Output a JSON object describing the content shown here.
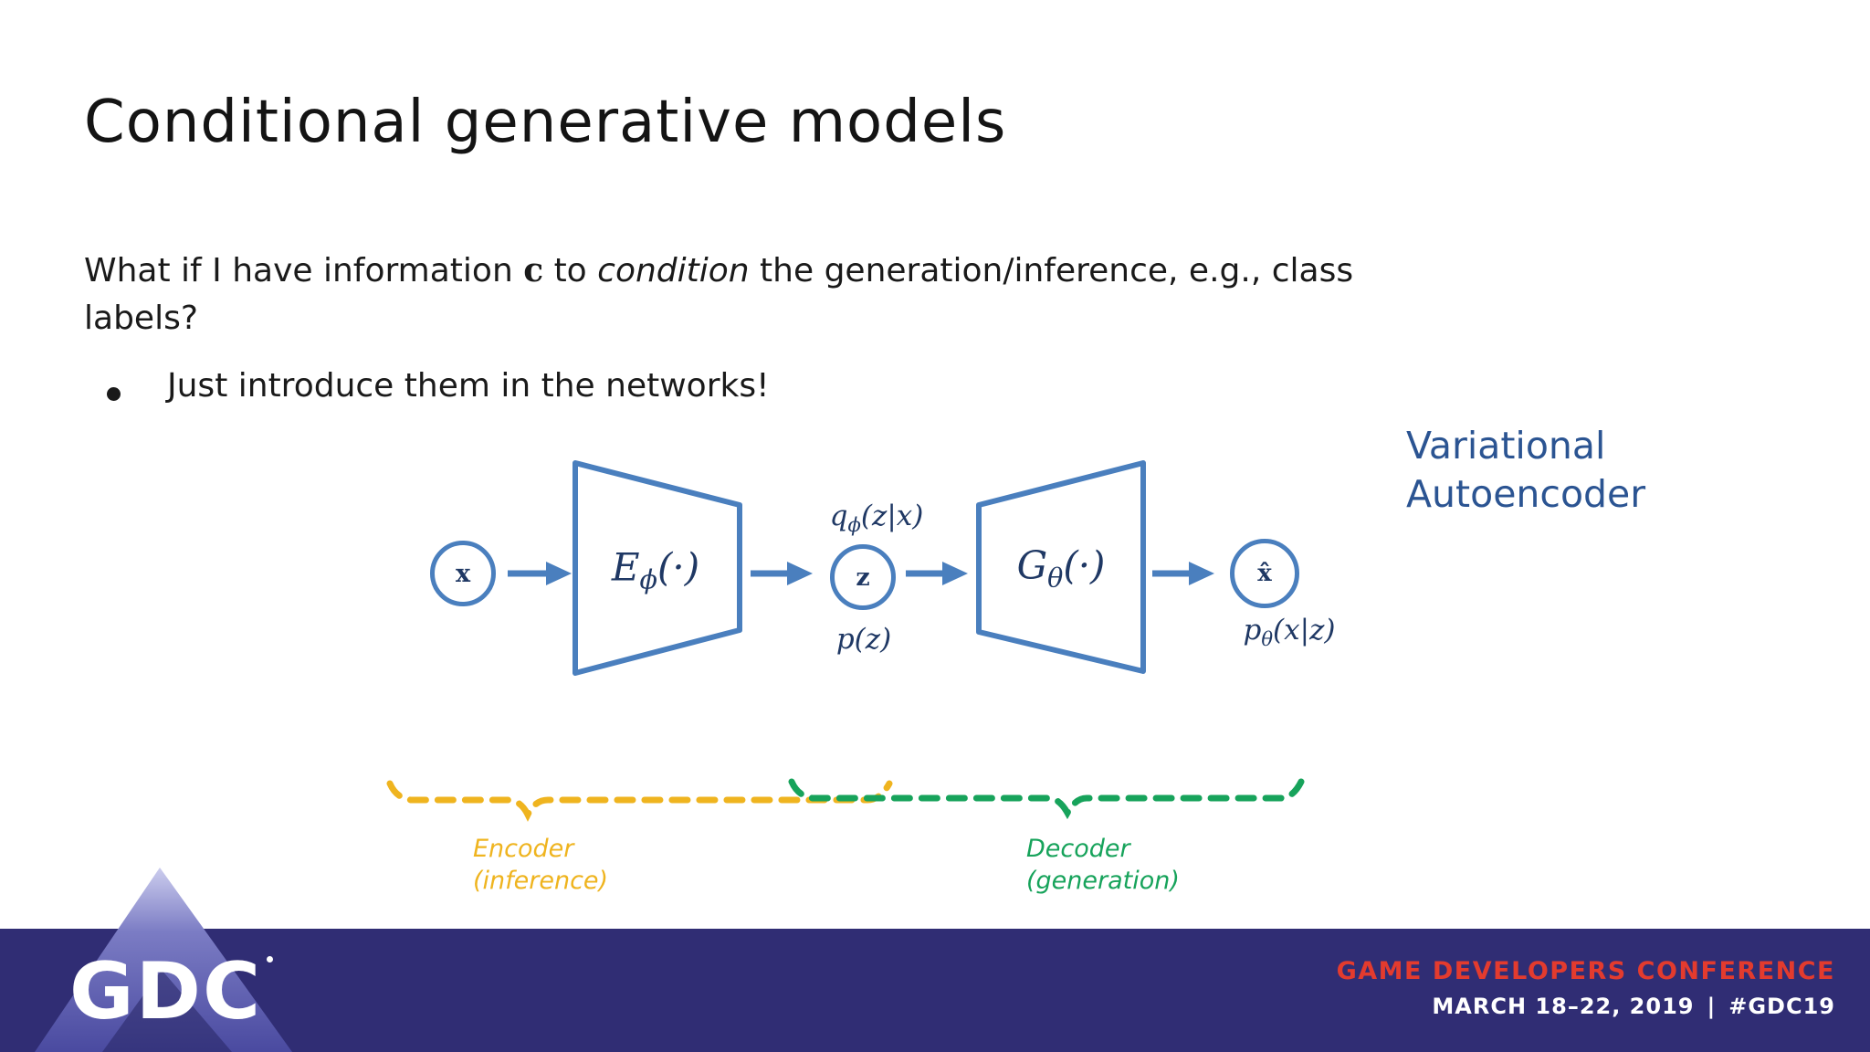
{
  "slide": {
    "title": "Conditional generative models",
    "body": {
      "seg1": "What if I have information ",
      "c_symbol": "c",
      "seg2": " to ",
      "emphasis": "condition",
      "seg3": " the generation/inference, e.g., class",
      "seg4": "labels?"
    },
    "bullet": "Just introduce them in the networks!",
    "side_label": {
      "line1": "Variational",
      "line2": "Autoencoder"
    }
  },
  "diagram": {
    "nodes": {
      "x": {
        "label": "x"
      },
      "encoder": {
        "base": "E",
        "sub": "ϕ",
        "args": "(·)"
      },
      "z": {
        "label": "z"
      },
      "decoder": {
        "base": "G",
        "sub": "θ",
        "args": "(·)"
      },
      "x_hat": {
        "label": "x̂"
      }
    },
    "annotations": {
      "posterior": {
        "base": "q",
        "sub": "ϕ",
        "args": "(z|x)"
      },
      "prior": "p(z)",
      "likelihood": {
        "base": "p",
        "sub": "θ",
        "args": "(x|z)"
      }
    },
    "braces": {
      "encoder": {
        "line1": "Encoder",
        "line2": "(inference)"
      },
      "decoder": {
        "line1": "Decoder",
        "line2": "(generation)"
      }
    }
  },
  "footer": {
    "logo": "GDC",
    "conference": "GAME DEVELOPERS CONFERENCE",
    "dates": "MARCH 18–22, 2019",
    "separator": "|",
    "hashtag": "#GDC19"
  },
  "colors": {
    "diagram_blue": "#4a7fbe",
    "math_navy": "#1f3864",
    "vae_blue": "#2b5492",
    "encoder_yellow": "#efb41f",
    "decoder_green": "#17a35b",
    "footer_purple": "#302d74",
    "conference_red": "#e33b2e"
  }
}
